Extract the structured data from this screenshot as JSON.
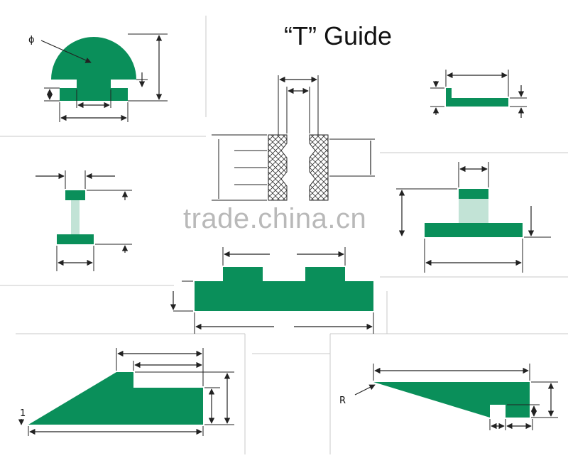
{
  "title": "“T” Guide",
  "watermark": "trade.china.cn",
  "labels": {
    "phi": "ϕ",
    "radius": "R",
    "one": "1"
  },
  "colors": {
    "profile_green": "#0a8f5a",
    "line": "#222222",
    "divider": "#c8c8c8",
    "hatch": "#333333"
  }
}
